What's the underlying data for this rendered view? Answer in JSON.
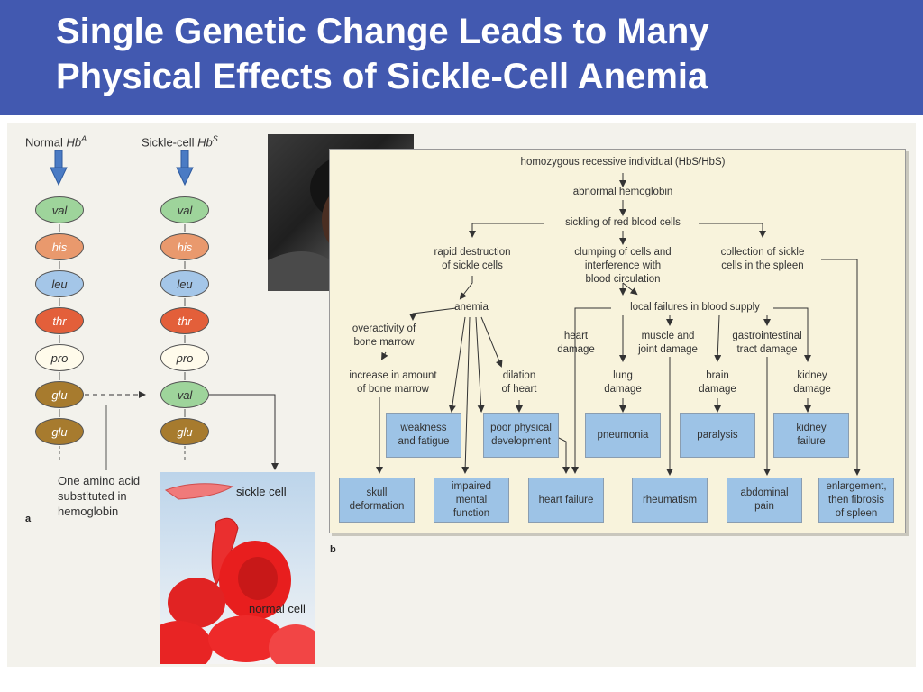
{
  "slide": {
    "title_line1": "Single Genetic Change Leads to Many",
    "title_line2": "Physical Effects of Sickle-Cell Anemia"
  },
  "panel_a": {
    "normal_label": "Normal",
    "normal_gene": "Hb",
    "normal_sup": "A",
    "sickle_label": "Sickle-cell",
    "sickle_gene": "Hb",
    "sickle_sup": "S",
    "normal_chain": [
      "val",
      "his",
      "leu",
      "thr",
      "pro",
      "glu",
      "glu"
    ],
    "sickle_chain": [
      "val",
      "his",
      "leu",
      "thr",
      "pro",
      "val",
      "glu"
    ],
    "note": "One amino acid substituted in hemoglobin",
    "letter": "a",
    "sickle_cell_label": "sickle cell",
    "normal_cell_label": "normal cell",
    "colors": {
      "val": "#9ed49b",
      "his": "#e9996d",
      "leu": "#a4c6e8",
      "thr": "#e35f3a",
      "pro": "#fffbeb",
      "glu": "#a77b2e",
      "arrow": "#4a7bc4"
    }
  },
  "panel_b": {
    "letter": "b",
    "top": "homozygous recessive individual (HbS/HbS)",
    "abnormal": "abnormal hemoglobin",
    "sickling": "sickling of red blood cells",
    "rapid": "rapid destruction\nof sickle cells",
    "clumping": "clumping of cells and\ninterference with\nblood circulation",
    "collection": "collection of sickle\ncells in the spleen",
    "anemia": "anemia",
    "local": "local failures in blood supply",
    "overactivity": "overactivity of\nbone marrow",
    "increase": "increase in amount\nof bone marrow",
    "dilation": "dilation\nof heart",
    "heart_damage": "heart\ndamage",
    "muscle": "muscle and\njoint damage",
    "gastro": "gastrointestinal\ntract damage",
    "lung": "lung\ndamage",
    "brain": "brain\ndamage",
    "kidney_damage": "kidney\ndamage",
    "boxes": {
      "weakness": "weakness\nand fatigue",
      "poor": "poor physical\ndevelopment",
      "pneumonia": "pneumonia",
      "paralysis": "paralysis",
      "kidney_failure": "kidney\nfailure",
      "skull": "skull\ndeformation",
      "impaired": "impaired\nmental\nfunction",
      "heart_failure": "heart failure",
      "rheumatism": "rheumatism",
      "abdominal": "abdominal\npain",
      "enlargement": "enlargement,\nthen fibrosis\nof spleen"
    },
    "box_color": "#9dc3e6"
  }
}
